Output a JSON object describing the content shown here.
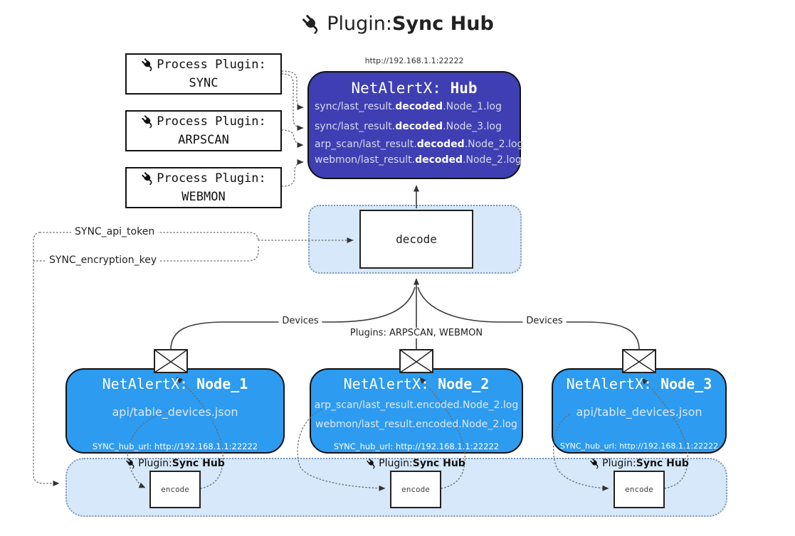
{
  "title": {
    "prefix": "Plugin: ",
    "name": "Sync Hub"
  },
  "hub": {
    "url": "http://192.168.1.1:22222",
    "title_prefix": "NetAlertX: ",
    "title_name": "Hub",
    "logs": [
      {
        "pre": "sync/last_result.",
        "mid": "decoded",
        "post": ".Node_1.log"
      },
      {
        "pre": "sync/last_result.",
        "mid": "decoded",
        "post": ".Node_3.log"
      },
      {
        "pre": "arp_scan/last_result.",
        "mid": "decoded",
        "post": ".Node_2.log"
      },
      {
        "pre": "webmon/last_result.",
        "mid": "decoded",
        "post": ".Node_2.log"
      }
    ]
  },
  "process": {
    "heading": "Process Plugin:",
    "items": [
      "SYNC",
      "ARPSCAN",
      "WEBMON"
    ]
  },
  "keys": {
    "api_token": "SYNC_api_token",
    "encryption_key": "SYNC_encryption_key"
  },
  "decode": {
    "label": "decode"
  },
  "edges": {
    "devices": "Devices",
    "plugins_mid": "Plugins: ARPSCAN, WEBMON"
  },
  "nodes": [
    {
      "title_prefix": "NetAlertX: ",
      "title_name": "Node_1",
      "lines": [
        "api/table_devices.json"
      ],
      "hub_url": "SYNC_hub_url: http://192.168.1.1:22222"
    },
    {
      "title_prefix": "NetAlertX: ",
      "title_name": "Node_2",
      "lines": [
        "arp_scan/last_result.encoded.Node_2.log",
        "webmon/last_result.encoded.Node_2.log"
      ],
      "hub_url": "SYNC_hub_url: http://192.168.1.1:22222"
    },
    {
      "title_prefix": "NetAlertX: ",
      "title_name": "Node_3",
      "lines": [
        "api/table_devices.json"
      ],
      "hub_url": "SYNC_hub_url: http://192.168.1.1:22222"
    }
  ],
  "band": {
    "plugin_prefix": "Plugin: ",
    "plugin_name": "Sync Hub",
    "encode": "encode"
  },
  "icons": {
    "plug": "🔌",
    "envelope": "✉"
  },
  "colors": {
    "hub_bg": "#3F3FB3",
    "node_bg": "#2D9BF0",
    "panel_bg": "#D6E8F9",
    "line": "#3c3c3c"
  }
}
